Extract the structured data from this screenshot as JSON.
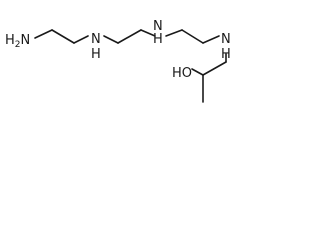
{
  "molecule": {
    "labels": {
      "h2n": {
        "main": "H",
        "sub": "2",
        "tail": "N"
      },
      "nh1": "H",
      "nh1_n": "N",
      "nh2": "H",
      "nh2_n": "N",
      "nh3": "H",
      "nh3_n": "N",
      "ho": "HO"
    }
  }
}
